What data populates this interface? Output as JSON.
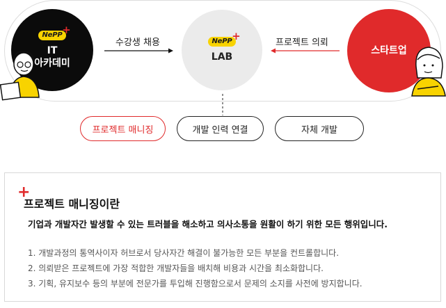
{
  "logo": {
    "text": "NePP",
    "plus": "+"
  },
  "nodes": {
    "it": {
      "line1": "IT",
      "line2": "아카데미"
    },
    "lab": {
      "title": "LAB"
    },
    "startup": {
      "title": "스타트업"
    }
  },
  "arrows": {
    "left_label": "수강생 채용",
    "right_label": "프로젝트 의뢰"
  },
  "tags": [
    {
      "label": "프로젝트 매니징",
      "active": true
    },
    {
      "label": "개발 인력 연결",
      "active": false
    },
    {
      "label": "자체 개발",
      "active": false
    }
  ],
  "panel": {
    "title": "프로젝트 매니징이란",
    "subtitle": "기업과 개발자간 발생할 수 있는 트러블을 해소하고 의사소통을 원활이 하기 위한 모든 행위입니다.",
    "items": [
      "1. 개발과정의 통역사이자 허브로서 당사자간 해결이 불가능한 모든 부분을 컨트롤합니다.",
      "2. 의뢰받은 프로젝트에 가장 적합한 개발자들을 배치해 비용과 시간을 최소화합니다.",
      "3. 기획, 유지보수 등의 부분에 전문가를 투입해 진행함으로서 문제의 소지를 사전에 방지합니다."
    ]
  },
  "colors": {
    "accent": "#e02a2b",
    "brand_yellow": "#f8d300",
    "dark": "#0b0b0b",
    "lab_gray": "#ebebeb"
  }
}
